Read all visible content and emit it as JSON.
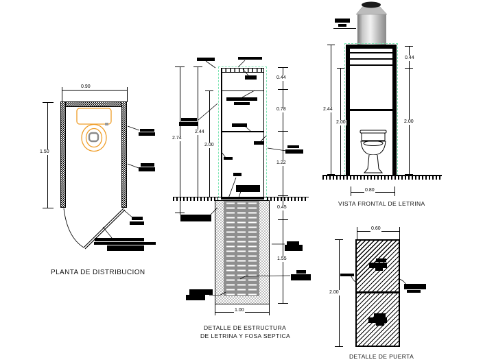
{
  "plan": {
    "title": "PLANTA DE DISTRIBUCION",
    "dim_width": "0.90",
    "dim_depth": "1.50"
  },
  "structure": {
    "title_line1": "DETALLE DE ESTRUCTURA",
    "title_line2": "DE LETRINA Y FOSA SEPTICA",
    "dim_overall": "2.74",
    "dim_height": "2.44",
    "dim_clear": "2.00",
    "dim_vent": "0.44",
    "dim_mid": "0.78",
    "dim_lower": "1.22",
    "dim_slab": "0.45",
    "dim_pit_depth": "1.55",
    "dim_pit_width": "1.00"
  },
  "front": {
    "title": "VISTA FRONTAL DE LETRINA",
    "dim_height": "2.44",
    "dim_door_left": "2.00",
    "dim_vent": "0.44",
    "dim_door_right": "2.00",
    "dim_width": "0.80"
  },
  "door": {
    "title": "DETALLE DE PUERTA",
    "dim_width": "0.60",
    "dim_height": "2.00"
  },
  "colors": {
    "fixture_orange": "#ef9d28",
    "frame_green": "#7de6b4",
    "pit_gray": "#8f8f8f",
    "vent_cap": "#1a1a1a"
  }
}
